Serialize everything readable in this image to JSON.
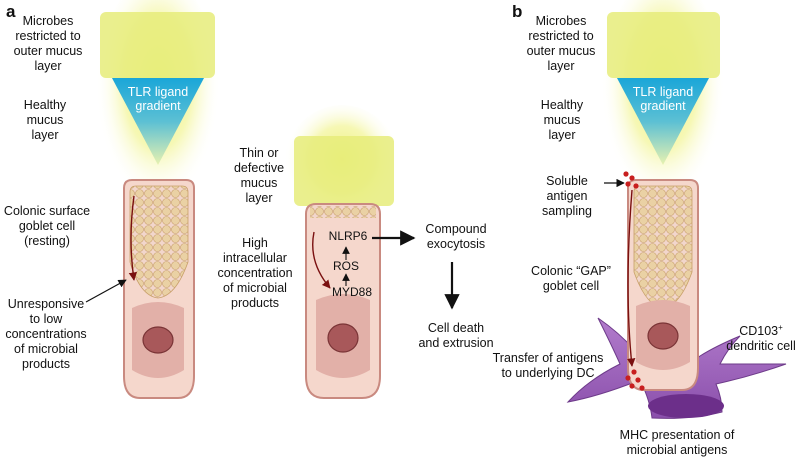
{
  "panel_a": {
    "letter": "a",
    "microbes": "Microbes\nrestricted to\nouter mucus\nlayer",
    "healthy": "Healthy\nmucus\nlayer",
    "tlr": [
      "TLR ligand",
      "gradient"
    ],
    "goblet": "Colonic surface\ngoblet cell\n(resting)",
    "unresponsive": "Unresponsive\nto low\nconcentrations\nof microbial\nproducts"
  },
  "panel_a2": {
    "thin": "Thin or\ndefective\nmucus\nlayer",
    "high": "High\nintracellular\nconcentration\nof microbial\nproducts",
    "nlrp6": "NLRP6",
    "ros": "ROS",
    "myd88": "MYD88",
    "exocytosis": "Compound\nexocytosis",
    "death": "Cell death\nand extrusion"
  },
  "panel_b": {
    "letter": "b",
    "microbes": "Microbes\nrestricted to\nouter mucus\nlayer",
    "healthy": "Healthy\nmucus\nlayer",
    "tlr": [
      "TLR ligand",
      "gradient"
    ],
    "soluble": "Soluble\nantigen\nsampling",
    "gap": "Colonic “GAP”\ngoblet cell",
    "cd103": "CD103",
    "cd103_sup": "+",
    "dendritic": "dendritic cell",
    "transfer": "Transfer of antigens\nto underlying DC",
    "mhc": "MHC presentation of\nmicrobial antigens"
  },
  "colors": {
    "mucus_glow": "#eef27a",
    "tlr_blue": "#1aa6d8",
    "cell_fill": "#f5d7cc",
    "cell_stroke": "#c98a80",
    "granule": "#ead1a4",
    "nucleus": "#a8585a",
    "dendritic": "#9a5fb8",
    "antigen_red": "#c81f1f",
    "arrow_dark": "#7a1010"
  }
}
